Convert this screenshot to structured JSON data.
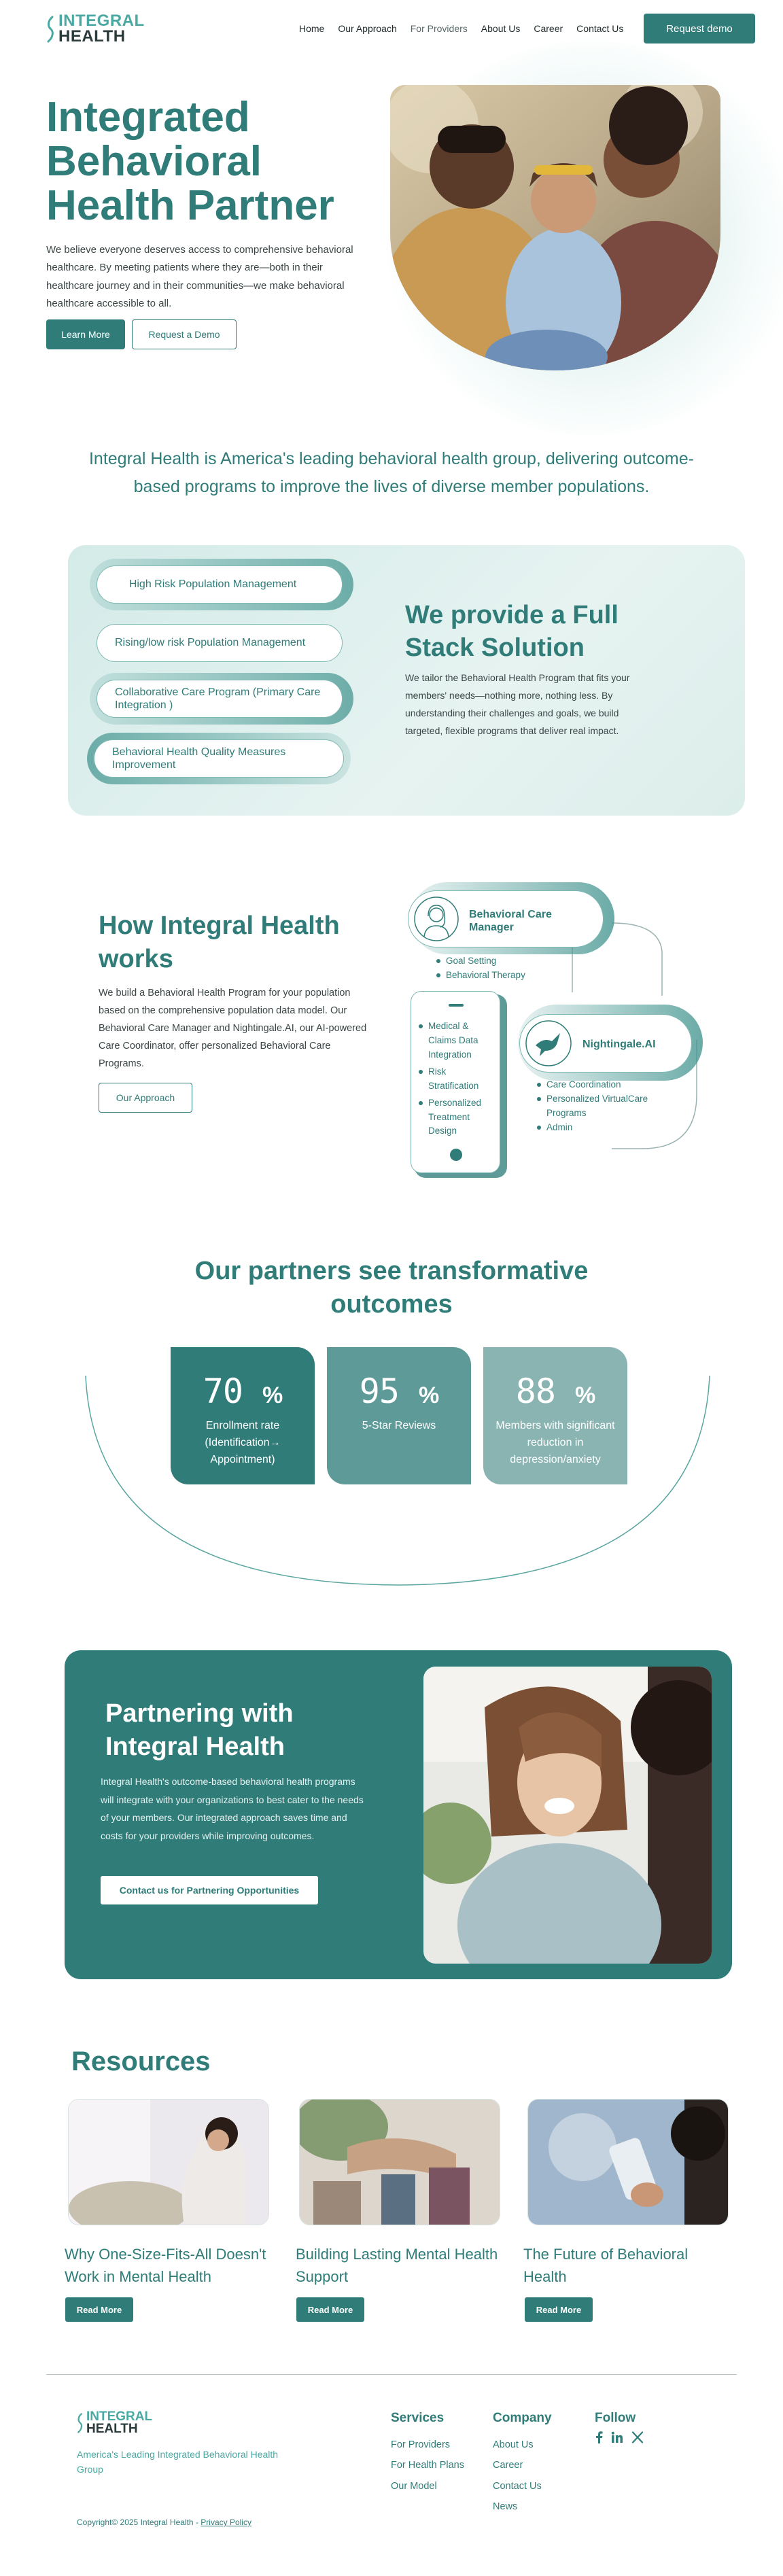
{
  "nav": {
    "logo_line1": "INTEGRAL",
    "logo_line2": "HEALTH",
    "links": [
      "Home",
      "Our Approach",
      "For Providers",
      "About Us",
      "Career",
      "Contact Us"
    ],
    "cta": "Request demo"
  },
  "hero": {
    "title": "Integrated Behavioral Health Partner",
    "description": "We believe everyone deserves access to comprehensive behavioral healthcare. By meeting patients where they are—both in their healthcare journey and in their communities—we make behavioral healthcare accessible to all.",
    "learn_more": "Learn More",
    "request_demo": "Request a Demo"
  },
  "mission": "Integral Health is America's leading behavioral health group, delivering outcome-based programs to improve the lives of diverse member populations.",
  "full_stack": {
    "pills": [
      "High Risk Population Management",
      "Rising/low risk Population Management",
      "Collaborative Care Program (Primary Care Integration )",
      "Behavioral Health Quality Measures Improvement"
    ],
    "title": "We provide a Full Stack Solution",
    "description": "We tailor the Behavioral Health Program that fits your members' needs—nothing more, nothing less. By understanding their challenges and goals, we build targeted, flexible programs that deliver real impact."
  },
  "how": {
    "title": "How Integral Health works",
    "description": "We build a Behavioral Health Program for your population based on the comprehensive population data model. Our Behavioral Care Manager and Nightingale.AI, our AI-powered Care Coordinator, offer personalized Behavioral Care Programs.",
    "button": "Our Approach",
    "care_manager": {
      "label": "Behavioral Care Manager",
      "items": [
        "Goal Setting",
        "Behavioral Therapy"
      ]
    },
    "device_items": [
      "Medical & Claims Data Integration",
      "Risk Stratification",
      "Personalized Treatment Design"
    ],
    "nightingale": {
      "label": "Nightingale.AI",
      "items": [
        "Care Coordination",
        "Personalized VirtualCare Programs",
        "Admin"
      ]
    }
  },
  "partners": {
    "title": "Our partners see transformative outcomes",
    "stats": [
      {
        "value": "70",
        "unit": "%",
        "label": "Enrollment rate (Identification→ Appointment)",
        "color": "#2f7c78"
      },
      {
        "value": "95",
        "unit": "%",
        "label": "5-Star Reviews",
        "color": "#5e9a97"
      },
      {
        "value": "88",
        "unit": "%",
        "label": "Members with significant reduction in depression/anxiety",
        "color": "#8ab4b2"
      }
    ]
  },
  "partnering": {
    "title": "Partnering with Integral Health",
    "description": "Integral Health's outcome-based behavioral health programs will integrate with your organizations to best cater to the needs of your members. Our integrated approach saves time and costs for your providers while improving outcomes.",
    "button": "Contact us for Partnering Opportunities"
  },
  "resources": {
    "title": "Resources",
    "items": [
      {
        "title": "Why One-Size-Fits-All Doesn't Work in Mental Health",
        "button": "Read More"
      },
      {
        "title": "Building Lasting Mental Health Support",
        "button": "Read More"
      },
      {
        "title": "The Future of Behavioral Health",
        "button": "Read More"
      }
    ]
  },
  "footer": {
    "logo_line1": "INTEGRAL",
    "logo_line2": "HEALTH",
    "tagline": "America's Leading Integrated Behavioral Health Group",
    "services": {
      "heading": "Services",
      "links": [
        "For Providers",
        "For Health Plans",
        "Our Model"
      ]
    },
    "company": {
      "heading": "Company",
      "links": [
        "About Us",
        "Career",
        "Contact Us",
        "News"
      ]
    },
    "follow": {
      "heading": "Follow",
      "icons": [
        "facebook-icon",
        "linkedin-icon",
        "x-icon"
      ]
    },
    "copyright": "Copyright© 2025 Integral Health - ",
    "privacy": "Privacy Policy"
  },
  "colors": {
    "primary": "#2f7c78",
    "accent": "#4aa9a3",
    "light_bg": "#e1f0ee"
  }
}
